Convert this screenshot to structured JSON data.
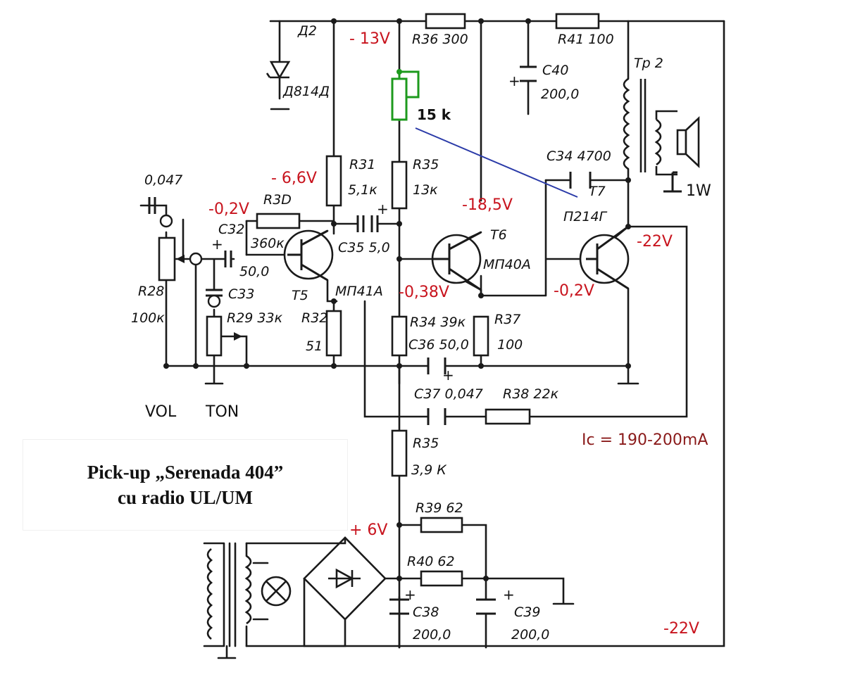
{
  "title": {
    "line1": "Pick-up „Serenada 404”",
    "line2": "cu radio UL/UM"
  },
  "controls": {
    "vol": "VOL",
    "ton": "TON"
  },
  "voltages": {
    "v_minus13": "- 13V",
    "v_minus6_6": "- 6,6V",
    "v_minus0_2_in": "-0,2V",
    "v_minus18_5": "-18,5V",
    "v_minus22_out": "-22V",
    "v_minus0_38": "-0,38V",
    "v_minus0_2_t7": "-0,2V",
    "v_plus6": "+ 6V",
    "v_minus22_bottom": "-22V"
  },
  "notes": {
    "ic": "Ic = 190-200mA",
    "speaker_power": "1W",
    "trimmer": "15 k"
  },
  "components": {
    "d2_name": "Д2",
    "d2_type": "Д814Д",
    "r36": "R36  300",
    "r41": "R41  100",
    "c40_name": "C40",
    "c40_value": "200,0",
    "tr2": "Tp 2",
    "c34": "C34  4700",
    "t7_name": "T7",
    "t7_type": "П214Г",
    "c_input_value": "0,047",
    "r30_name": "R3D",
    "r30_value": "360к",
    "c32_name": "C32",
    "c32_value": "50,0",
    "c33_name": "C33",
    "r31_name": "R31",
    "r31_value": "5,1к",
    "c35": "C35 5,0",
    "r35_top_name": "R35",
    "r35_top_value": "13к",
    "t5_name": "T5",
    "t5_type": "МП41А",
    "t6_name": "T6",
    "t6_type": "МП40А",
    "r28_name": "R28",
    "r28_value": "100к",
    "r29": "R29  33к",
    "r32_name": "R32",
    "r32_value": "51",
    "r34": "R34  39к",
    "c36": "C36 50,0",
    "r37_name": "R37",
    "r37_value": "100",
    "c37": "C37  0,047",
    "r38": "R38  22к",
    "r35_bottom_name": "R35",
    "r35_bottom_value": "3,9 К",
    "r39": "R39  62",
    "r40": "R40  62",
    "c38_name": "C38",
    "c38_value": "200,0",
    "c39_name": "C39",
    "c39_value": "200,0"
  }
}
